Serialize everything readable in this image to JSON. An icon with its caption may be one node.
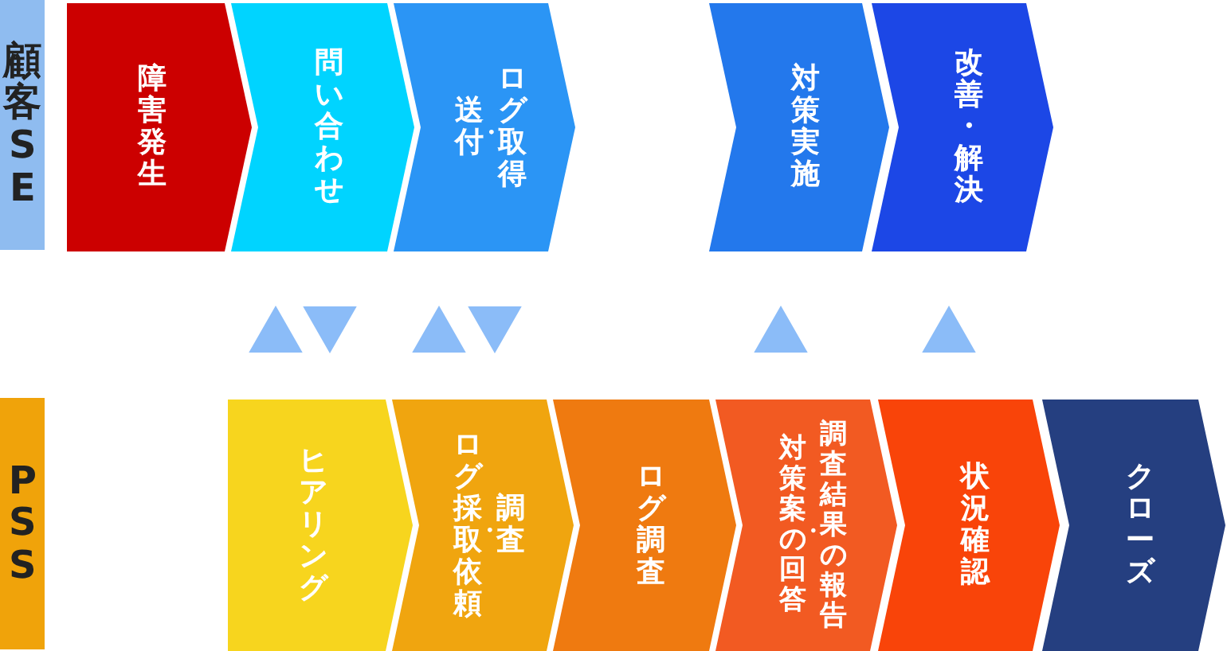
{
  "diagram": {
    "nodes": [
      {
        "text": [
          "顧客SE"
        ]
      },
      {
        "text": [
          "障害発生"
        ]
      },
      {
        "text": [
          "問い合わせ"
        ]
      },
      {
        "text": [
          "ログ取得・送付"
        ]
      },
      {
        "text": [
          "対策実施"
        ]
      },
      {
        "text": [
          "改善・解決"
        ]
      },
      {
        "text": [
          "PSS"
        ]
      },
      {
        "text": [
          "ヒアリング"
        ]
      },
      {
        "text": [
          "調査・ログ採取依頼"
        ]
      },
      {
        "text": [
          "ログ調査"
        ]
      },
      {
        "text": [
          "調査結果の報告・対策案の回答"
        ]
      },
      {
        "text": [
          "状況確認"
        ]
      },
      {
        "text": [
          "クローズ"
        ]
      }
    ],
    "edges": [
      {
        "from": 7,
        "to": 2,
        "arrow": "to"
      },
      {
        "from": 2,
        "to": 7,
        "arrow": "to"
      },
      {
        "from": 8,
        "to": 3,
        "arrow": "to"
      },
      {
        "from": 3,
        "to": 8,
        "arrow": "to"
      },
      {
        "from": 10,
        "to": 4,
        "arrow": "to"
      },
      {
        "from": 11,
        "to": 5,
        "arrow": "to"
      }
    ]
  }
}
